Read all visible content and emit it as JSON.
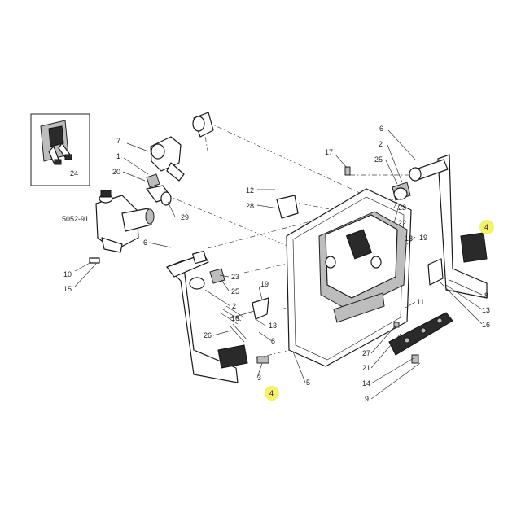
{
  "diagram": {
    "reference_code": "5052-91",
    "labels": [
      {
        "id": "c-24",
        "text": "24"
      },
      {
        "id": "c-7",
        "text": "7"
      },
      {
        "id": "c-1",
        "text": "1"
      },
      {
        "id": "c-20",
        "text": "20"
      },
      {
        "id": "c-29",
        "text": "29"
      },
      {
        "id": "c-6l",
        "text": "6"
      },
      {
        "id": "c-10",
        "text": "10"
      },
      {
        "id": "c-15",
        "text": "15"
      },
      {
        "id": "c-12",
        "text": "12"
      },
      {
        "id": "c-28",
        "text": "28"
      },
      {
        "id": "c-17",
        "text": "17"
      },
      {
        "id": "c-6r",
        "text": "6"
      },
      {
        "id": "c-2r",
        "text": "2"
      },
      {
        "id": "c-25r",
        "text": "25"
      },
      {
        "id": "c-23r",
        "text": "23"
      },
      {
        "id": "c-22",
        "text": "22"
      },
      {
        "id": "c-18",
        "text": "18"
      },
      {
        "id": "c-19r",
        "text": "19"
      },
      {
        "id": "c-8r",
        "text": "8"
      },
      {
        "id": "c-13r",
        "text": "13"
      },
      {
        "id": "c-16r",
        "text": "16"
      },
      {
        "id": "c-23l",
        "text": "23"
      },
      {
        "id": "c-25l",
        "text": "25"
      },
      {
        "id": "c-2l",
        "text": "2"
      },
      {
        "id": "c-19l",
        "text": "19"
      },
      {
        "id": "c-16l",
        "text": "16"
      },
      {
        "id": "c-13l",
        "text": "13"
      },
      {
        "id": "c-8l",
        "text": "8"
      },
      {
        "id": "c-26",
        "text": "26"
      },
      {
        "id": "c-3",
        "text": "3"
      },
      {
        "id": "c-5",
        "text": "5"
      },
      {
        "id": "c-11",
        "text": "11"
      },
      {
        "id": "c-27",
        "text": "27"
      },
      {
        "id": "c-21",
        "text": "21"
      },
      {
        "id": "c-14",
        "text": "14"
      },
      {
        "id": "c-9",
        "text": "9"
      }
    ],
    "highlighted_labels": [
      {
        "id": "h-4r",
        "text": "4"
      },
      {
        "id": "h-4l",
        "text": "4"
      }
    ],
    "highlight_color": "#f5f26a"
  }
}
